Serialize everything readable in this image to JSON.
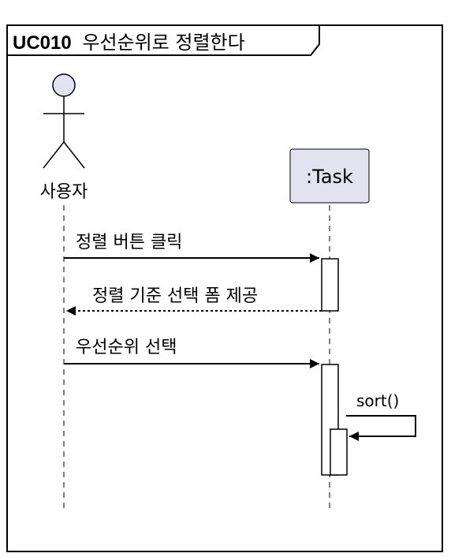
{
  "frame": {
    "id": "UC010",
    "title": "우선순위로 정렬한다"
  },
  "participants": {
    "actor": {
      "label": "사용자"
    },
    "task": {
      "label": ":Task"
    }
  },
  "messages": [
    {
      "label": "정렬 버튼 클릭",
      "from": "actor",
      "to": "task",
      "kind": "sync"
    },
    {
      "label": "정렬 기준 선택 폼 제공",
      "from": "task",
      "to": "actor",
      "kind": "return"
    },
    {
      "label": "우선순위 선택",
      "from": "actor",
      "to": "task",
      "kind": "sync"
    },
    {
      "label": "sort()",
      "from": "task",
      "to": "task",
      "kind": "self"
    }
  ],
  "colors": {
    "participant_fill": "#e2e2f0",
    "actor_fill": "#e2e2f0",
    "line": "#000000",
    "activation_fill": "#ffffff"
  }
}
